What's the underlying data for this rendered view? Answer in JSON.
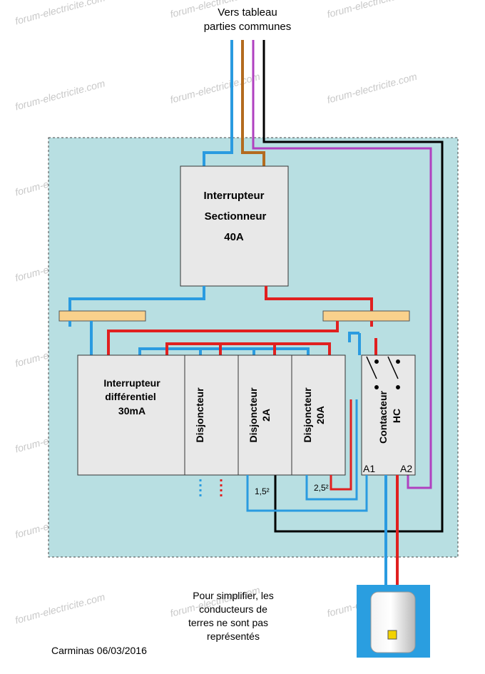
{
  "header": {
    "line1": "Vers tableau",
    "line2": "parties communes"
  },
  "main_switch": {
    "line1": "Interrupteur",
    "line2": "Sectionneur",
    "line3": "40A"
  },
  "rcd": {
    "line1": "Interrupteur",
    "line2": "différentiel",
    "line3": "30mA"
  },
  "breakers": [
    {
      "line1": "Disjoncteur",
      "line2": ""
    },
    {
      "line1": "Disjoncteur",
      "line2": "2A"
    },
    {
      "line1": "Disjoncteur",
      "line2": "20A"
    }
  ],
  "contactor": {
    "line1": "Contacteur",
    "line2": "HC",
    "a1": "A1",
    "a2": "A2"
  },
  "wire_labels": {
    "w15": "1,5²",
    "w25": "2,5²"
  },
  "note": {
    "line1": "Pour simplifier, les",
    "line2": "conducteurs de",
    "line3": "terres ne sont pas",
    "line4": "représentés"
  },
  "signature": "Carminas 06/03/2016",
  "watermark": "forum-electricite.com",
  "colors": {
    "panel": "#b8dfe2",
    "module": "#e8e8e8",
    "busbar": "#f9d18c",
    "neutral": "#2a9be0",
    "phase": "#e02020",
    "brown": "#b36b1f",
    "purple": "#b040c0",
    "black": "#000000",
    "water_heater_bg": "#2a9ee0"
  }
}
